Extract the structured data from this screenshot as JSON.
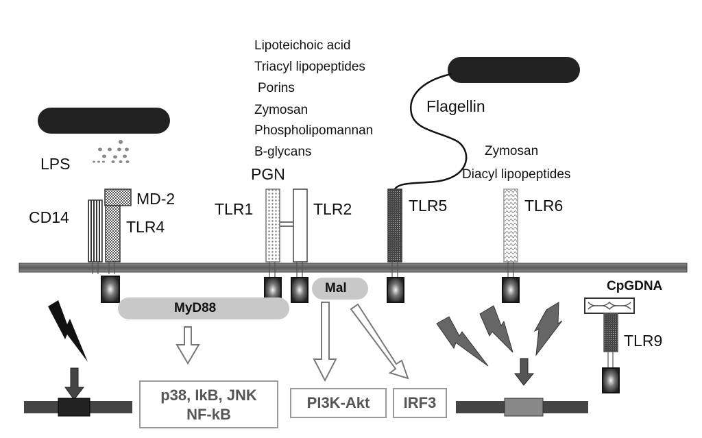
{
  "ligands": {
    "lps": "LPS",
    "pgn": "PGN",
    "flagellin": "Flagellin",
    "tlr2_list": [
      "Lipoteichoic acid",
      "Triacyl lipopeptides",
      "Porins",
      "Zymosan",
      "Phospholipomannan",
      "B-glycans"
    ],
    "tlr6_list": [
      "Zymosan",
      "Diacyl lipopeptides"
    ],
    "cpg": "CpGDNA"
  },
  "receptors": {
    "cd14": "CD14",
    "md2": "MD-2",
    "tlr4": "TLR4",
    "tlr1": "TLR1",
    "tlr2": "TLR2",
    "tlr5": "TLR5",
    "tlr6": "TLR6",
    "tlr9": "TLR9"
  },
  "adaptors": {
    "myd88": "MyD88",
    "mal": "Mal"
  },
  "outputs": {
    "p38_line1": "p38, IkB, JNK",
    "p38_line2": "NF-kB",
    "pi3k": "PI3K-Akt",
    "irf3": "IRF3"
  },
  "colors": {
    "membrane": "#6f6f6f",
    "bacterium": "#222222",
    "adaptor_fill": "#c8c8c8",
    "lightning": "#666666",
    "box_border": "#9a9a9a"
  }
}
